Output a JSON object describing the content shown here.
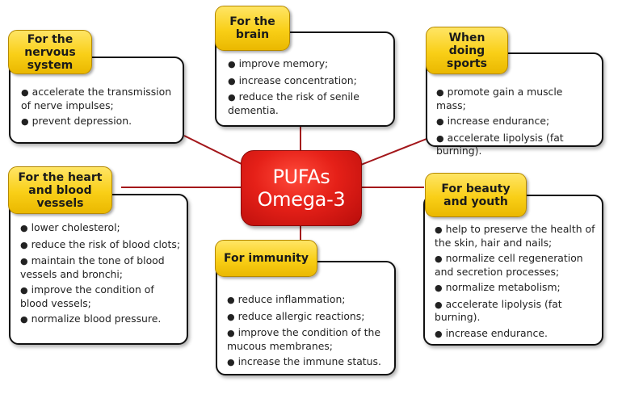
{
  "center": {
    "line1": "PUFAs",
    "line2": "Omega-3"
  },
  "nervous": {
    "title": "For the nervous system",
    "items": [
      "accelerate the transmission of nerve impulses;",
      "prevent depression."
    ]
  },
  "brain": {
    "title": "For the brain",
    "items": [
      "improve memory;",
      "increase concentration;",
      "reduce the risk of senile dementia."
    ]
  },
  "sports": {
    "title": "When doing sports",
    "items": [
      "promote gain a muscle mass;",
      "increase endurance;",
      "accelerate lipolysis (fat burning)."
    ]
  },
  "heart": {
    "title": "For the heart and blood vessels",
    "items": [
      "lower cholesterol;",
      "reduce the risk of blood clots;",
      "maintain the tone of blood vessels and bronchi;",
      "improve the condition of blood vessels;",
      "normalize blood pressure."
    ]
  },
  "immunity": {
    "title": "For immunity",
    "items": [
      "reduce inflammation;",
      "reduce allergic reactions;",
      "improve the condition of the mucous membranes;",
      "increase the immune status."
    ]
  },
  "beauty": {
    "title": "For beauty and youth",
    "items": [
      "help to preserve the health of the skin, hair and nails;",
      "normalize cell regeneration and secretion processes;",
      "normalize metabolism;",
      "accelerate lipolysis (fat burning).",
      "increase endurance."
    ]
  },
  "bullet_glyph": "●",
  "colors": {
    "center": "#e52018",
    "label": "#f9cf17",
    "connector": "#a3161a"
  }
}
